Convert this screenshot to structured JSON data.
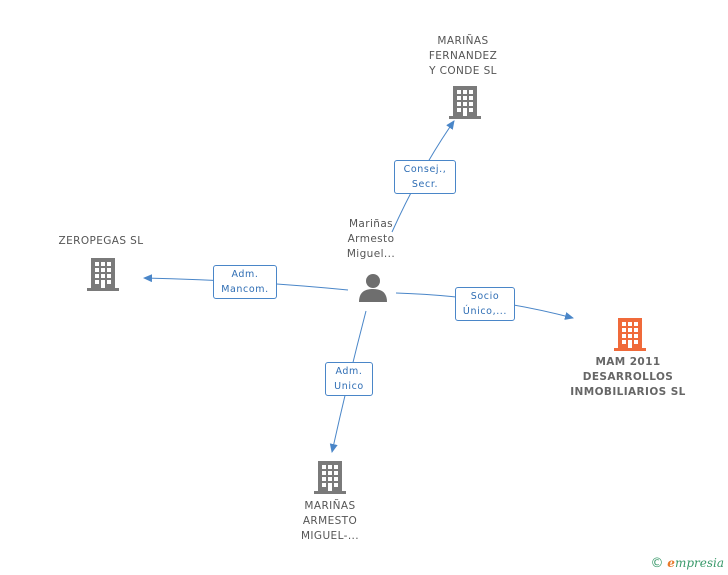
{
  "nodes": {
    "marinas_fernandez": {
      "label_lines": [
        "MARIÑAS",
        "FERNANDEZ",
        "Y CONDE SL"
      ]
    },
    "person": {
      "label_lines": [
        "Mariñas",
        "Armesto",
        "Miguel..."
      ]
    },
    "zeropegas": {
      "label_lines": [
        "ZEROPEGAS SL"
      ]
    },
    "mam2011": {
      "label_lines": [
        "MAM 2011",
        "DESARROLLOS",
        "INMOBILIARIOS SL"
      ]
    },
    "marinas_armesto": {
      "label_lines": [
        "MARIÑAS",
        "ARMESTO",
        "MIGUEL-..."
      ]
    }
  },
  "edges": {
    "to_marinas_fernandez": {
      "label_lines": [
        "Consej.,",
        "Secr."
      ]
    },
    "to_zeropegas": {
      "label_lines": [
        "Adm.",
        "Mancom."
      ]
    },
    "to_mam2011": {
      "label_lines": [
        "Socio",
        "Único,..."
      ]
    },
    "to_marinas_armesto": {
      "label_lines": [
        "Adm.",
        "Unico"
      ]
    }
  },
  "colors": {
    "edge": "#4a86c8",
    "company_icon": "#7a7a7a",
    "focus_icon": "#f06a3a",
    "person_icon": "#6e6e6e"
  },
  "icons": {
    "company": "building-icon",
    "focus_company": "building-icon",
    "person": "person-icon"
  },
  "footer": {
    "copyright": "©",
    "brand_e": "e",
    "brand_rest": "mpresia"
  }
}
